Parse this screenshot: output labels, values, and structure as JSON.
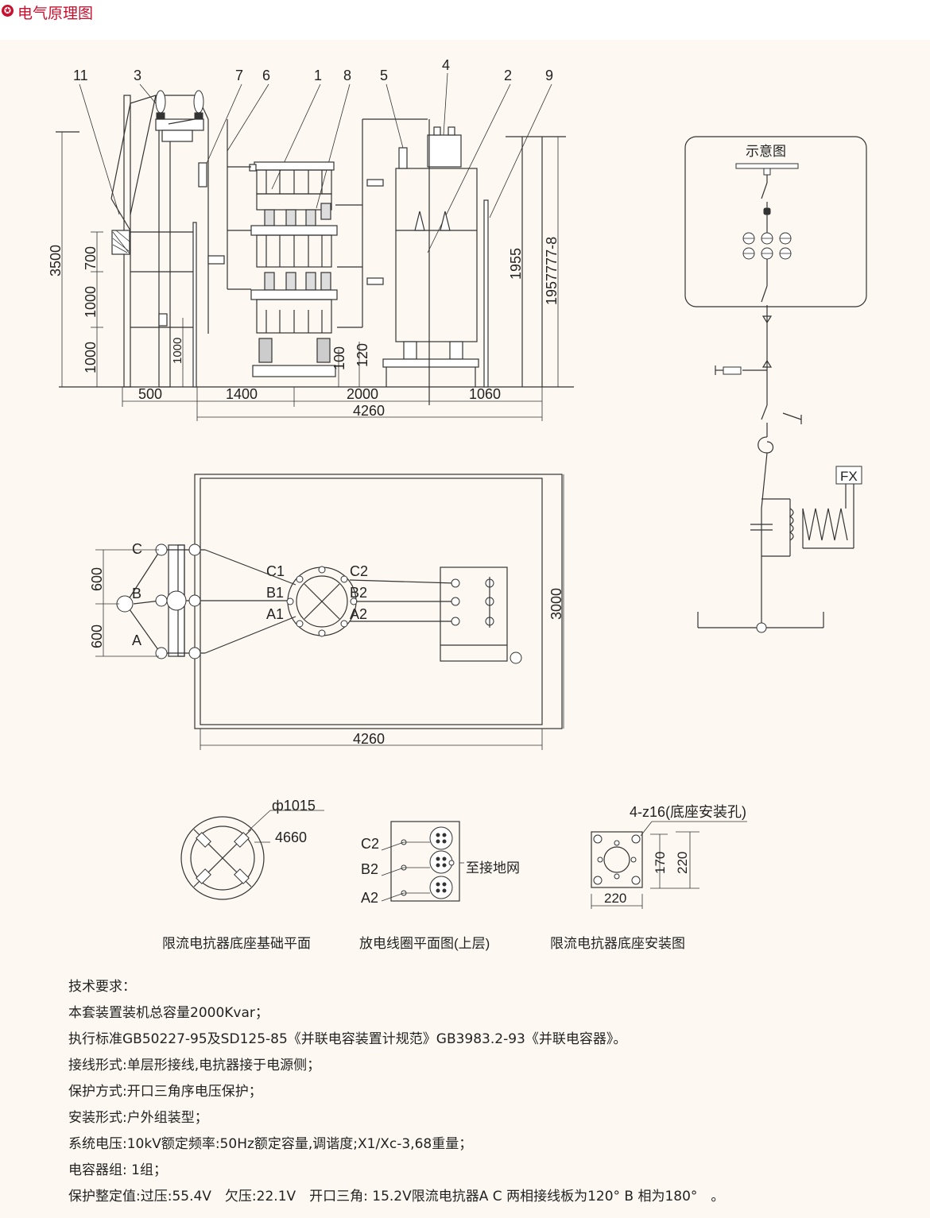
{
  "header": {
    "title": "电气原理图",
    "icon": "star-icon",
    "accent_color": "#c8102e"
  },
  "elevation": {
    "part_numbers": [
      "11",
      "3",
      "7",
      "6",
      "1",
      "8",
      "5",
      "4",
      "2",
      "9"
    ],
    "dims": {
      "d3500": "3500",
      "d700": "700",
      "d1000a": "1000",
      "d1000b": "1000",
      "d1000c": "1000",
      "d100": "100",
      "d120": "120",
      "d1955": "1955",
      "d1957": "1957777-8",
      "d500": "500",
      "d1400": "1400",
      "d2000": "2000",
      "d1060": "1060",
      "d4260": "4260"
    }
  },
  "schematic": {
    "title": "示意图",
    "fx": "FX"
  },
  "plan": {
    "phases": [
      "C",
      "B",
      "A"
    ],
    "left_terms": [
      "C1",
      "B1",
      "A1"
    ],
    "right_terms": [
      "C2",
      "B2",
      "A2"
    ],
    "d600a": "600",
    "d600b": "600",
    "d3000": "3000",
    "d4260": "4260"
  },
  "details": {
    "base_phi": "ф1015",
    "base_4660": "4660",
    "coil_terms": [
      "C2",
      "B2",
      "A2"
    ],
    "ground_label": "至接地网",
    "holes": "4-z16(底座安装孔)",
    "d170": "170",
    "d220a": "220",
    "d220b": "220",
    "captions": [
      "限流电抗器底座基础平面",
      "放电线圈平面图(上层)",
      "限流电抗器底座安装图"
    ]
  },
  "requirements": [
    "技术要求：",
    "本套装置装机总容量2000Kvar；",
    "执行标准GB50227-95及SD125-85《并联电容装置计规范》GB3983.2-93《并联电容器》。",
    "接线形式:单层形接线,电抗器接于电源侧；",
    "保护方式:开口三角序电压保护；",
    "安装形式:户外组装型；",
    "系统电压:10kV额定频率:50Hz额定容量,调谐度;X1/Xc-3,68重量；",
    "电容器组: 1组；",
    "保护整定值:过压:55.4V　欠压:22.1V　开口三角: 15.2V限流电抗器A C 两相接线板为120°  B 相为180°　。"
  ]
}
